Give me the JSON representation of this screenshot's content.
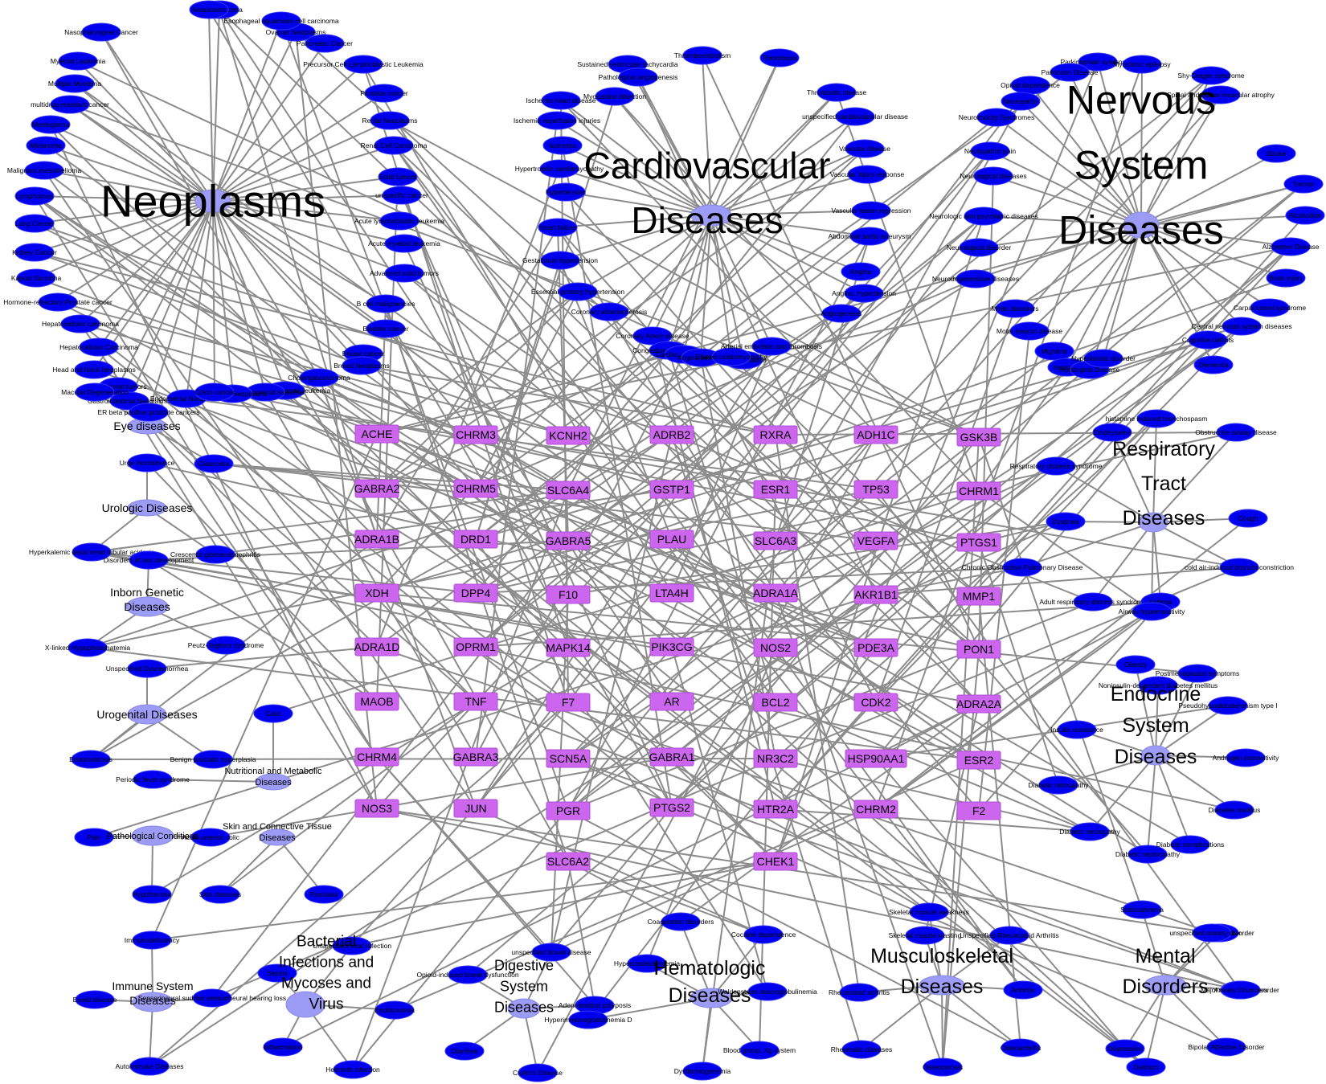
{
  "hubs": [
    {
      "id": "neoplasms",
      "label": [
        "Neoplasms"
      ]
    },
    {
      "id": "cardio",
      "label": [
        "Cardiovascular",
        "Diseases"
      ]
    },
    {
      "id": "nervous",
      "label": [
        "Nervous",
        "System",
        "Diseases"
      ]
    },
    {
      "id": "eye",
      "label": [
        "Eye diseases"
      ]
    },
    {
      "id": "urologic",
      "label": [
        "Urologic Diseases"
      ]
    },
    {
      "id": "inborn",
      "label": [
        "Inborn Genetic",
        "Diseases"
      ]
    },
    {
      "id": "urogenital",
      "label": [
        "Urogenital Diseases"
      ]
    },
    {
      "id": "nutritional",
      "label": [
        "Nutritional and Metabolic",
        "Diseases"
      ]
    },
    {
      "id": "pathological",
      "label": [
        "Pathological Conditions"
      ]
    },
    {
      "id": "skin",
      "label": [
        "Skin and Connective Tissue",
        "Diseases"
      ]
    },
    {
      "id": "immune",
      "label": [
        "Immune System",
        "Diseases"
      ]
    },
    {
      "id": "bacterial",
      "label": [
        "Bacterial",
        "Infections and",
        "Mycoses and",
        "Virus"
      ]
    },
    {
      "id": "digestive",
      "label": [
        "Digestive",
        "System",
        "Diseases"
      ]
    },
    {
      "id": "hematologic",
      "label": [
        "Hematologic",
        "Diseases"
      ]
    },
    {
      "id": "musculo",
      "label": [
        "Musculoskeletal",
        "Diseases"
      ]
    },
    {
      "id": "mental",
      "label": [
        "Mental",
        "Disorders"
      ]
    },
    {
      "id": "respiratory",
      "label": [
        "Respiratory",
        "Tract",
        "Diseases"
      ]
    },
    {
      "id": "endocrine",
      "label": [
        "Endocrine",
        "System",
        "Diseases"
      ]
    }
  ],
  "genes": [
    "ACHE",
    "CHRM3",
    "KCNH2",
    "ADRB2",
    "RXRA",
    "ADH1C",
    "GSK3B",
    "GABRA2",
    "CHRM5",
    "SLC6A4",
    "GSTP1",
    "ESR1",
    "TP53",
    "CHRM1",
    "ADRA1B",
    "DRD1",
    "GABRA5",
    "PLAU",
    "SLC6A3",
    "VEGFA",
    "PTGS1",
    "XDH",
    "DPP4",
    "F10",
    "LTA4H",
    "ADRA1A",
    "AKR1B1",
    "MMP1",
    "ADRA1D",
    "OPRM1",
    "MAPK14",
    "PIK3CG",
    "NOS2",
    "PDE3A",
    "PON1",
    "MAOB",
    "TNF",
    "F7",
    "AR",
    "BCL2",
    "CDK2",
    "ADRA2A",
    "CHRM4",
    "GABRA3",
    "SCN5A",
    "GABRA1",
    "NR3C2",
    "HSP90AA1",
    "ESR2",
    "NOS3",
    "JUN",
    "PGR",
    "PTGS2",
    "HTR2A",
    "CHRM2",
    "F2",
    "SLC6A2",
    "CHEK1"
  ],
  "diseases": {
    "neoplasms": [
      "Neuroblastoma",
      "Neoplasms",
      "Ovarian Neoplasms",
      "Nasopharyngeal Cancer",
      "Myeloid Leukemia",
      "Multiple Myeloma",
      "multidrug-resistant cancer",
      "Meningioma",
      "Melanoma",
      "Malignant mesothelioma",
      "Lymphomas",
      "Lung Cancer",
      "Kidney Cancer",
      "Kaposi Sarcoma",
      "Hormone-refractory Prostate cancer",
      "Hepatocellular carcinoma",
      "Hepatocellular Carcinoma",
      "Head and Neck Neoplasms",
      "Gestational tumors",
      "Gastrointestinal Neoplasms",
      "ER beta positive prostate cancers",
      "Endometrial Neoplasms",
      "Esophageal squamous cell carcinoma",
      "Pancreatic Cancer",
      "Precursor Cell Lymphoblastic Leukemia",
      "Prostate cancer",
      "Rectal Neoplasms",
      "Renal Cell Carcinoma",
      "Solid tumors",
      "unspecific cancer",
      "Acute lymphoblastic leukemia",
      "Acute myeloid leukemia",
      "Advanced solid tumors",
      "B cell malignancies",
      "Bladder cancer",
      "Breast cancer",
      "Breast Neoplasms",
      "Cholangiocarcinoma",
      "Chronic lymphocytic leukemia",
      "Chronic myeloid leukemia",
      "Colorectal Neoplasms",
      "Colon cancer"
    ],
    "cardio": [
      "Sustained ventricular tachycardia",
      "Pathological angiogenesis",
      "Myocardial infarction",
      "Ischemic heart disease",
      "Ischemia reperfusion injuries",
      "Ischemia",
      "Hypertrophic cardiomyopathy",
      "Hypertension",
      "Heart failure",
      "Gestational hypertension",
      "Essential primary hypertension",
      "Coronary atherosclerosis",
      "Coronary Artery disease",
      "Congestive heart failure",
      "Cardiac arrhythmia",
      "Angina pectoris",
      "Atrial fibrillation",
      "Dilated cardiomyopathy",
      "Arterial embolism and thrombosis",
      "Angiogenesis",
      "Angina, hypertension",
      "Angina",
      "Abdominal aortic aneurysm",
      "Vascular lesion regression",
      "Vascular injury response",
      "Vascular disease",
      "unspecified cardiovascular disease",
      "Thrombotic disease",
      "Thrombosis",
      "Thromboembolism"
    ],
    "nervous": [
      "Parkinsonian syndromes",
      "Parkinson Disease",
      "Opioid dependence",
      "Neuropathy",
      "Neurotoxicity Syndromes",
      "Neuropathic pain",
      "Neurological diseases",
      "Neurologic and psychiatric diseases",
      "Neurological disorder",
      "Neurodegenerative diseases",
      "Motor disorders",
      "Motor neuron disease",
      "Migraine",
      "Insomnia",
      "Huntington Disease",
      "Hyperkinetic disorder",
      "Dementia",
      "Cognitive deficits",
      "Central nervous system diseases",
      "Carpal tunnel syndrome",
      "Brain injury",
      "Alzheimer Disease",
      "Alcoholism",
      "Tremor",
      "Stroke",
      "Spinal and bulbar muscular atrophy",
      "Shy-Drager syndrome",
      "Myoclonic epilepsy"
    ],
    "eye": [
      "Macular Degeneration",
      "Glaucoma"
    ],
    "urologic": [
      "Urge incontinence",
      "Hyperkalemic distal renal tubular acidosis",
      "Crescentic glomerulonephritis"
    ],
    "inborn": [
      "Disorders of sex development",
      "X-linked Hypophosphatemia",
      "Peutz-Jeghers syndrome"
    ],
    "urogenital": [
      "Unspecified Dysmenorrhea",
      "Endometriosis",
      "Benign prostatic hyperplasia"
    ],
    "nutritional": [
      "Gout",
      "Periodic fever syndrome"
    ],
    "pathological": [
      "Pain",
      "Acute ureteric colic",
      "Hypothermia"
    ],
    "skin": [
      "Skin diseases",
      "Psoriasis"
    ],
    "immune": [
      "Immunodeficiency",
      "Eyelid disease",
      "Autoimmune Diseases",
      "Sensorineural sudden sensorineural hearing loss"
    ],
    "bacterial": [
      "Unspecified Viral Infection",
      "Sepsis",
      "Endotoxemia",
      "Inflammation",
      "Helminth infection"
    ],
    "digestive": [
      "Opioid-induced bowel dysfunction",
      "Adenomatous polyposis",
      "Diarrhea",
      "Crohn's Disease",
      "unspecified bowel disease"
    ],
    "hematologic": [
      "Coagulation disorders",
      "Hypercholesterolemia",
      "Hyperimmunoglobulinemia D",
      "Waldenstrom macroglobulinemia",
      "Blood group, Xg system",
      "Dysfibrinogenemia",
      "Cocaine dependence"
    ],
    "musculo": [
      "Skeletal muscle weakness",
      "Skeletal muscle wasting",
      "Unspecified Rheumatoid Arthritis",
      "Rheumatoid arthritis",
      "Rheumatic diseases",
      "Osteoporosis",
      "Osteoarthritis",
      "Arthritis"
    ],
    "mental": [
      "Schizophrenia",
      "Panic disorder",
      "unspecified anxiety disorder",
      "Major depressive disorder",
      "Anxiety Disorders",
      "Bipolar Affective Disorder",
      "Depression",
      "Delirium"
    ],
    "respiratory": [
      "histamine induced bronchospasm",
      "Emphysema",
      "Obstructive airway disease",
      "Respiratory distress syndrome",
      "Dyspnea",
      "Cough",
      "Chronic Obstructive Pulmonary Disease",
      "cold air-induced bronchoconstriction",
      "Adult respiratory distress syndrome",
      "Asthma",
      "Airway hyperreactivity",
      "Allergic airway inflammation"
    ],
    "endocrine": [
      "Obesity",
      "Postmenopausal symptoms",
      "Noninsulin-dependent diabetes mellitus",
      "Pseudohypoaldosteronism type I",
      "Insulin resistance",
      "Androgen insensitivity",
      "Diabetic retinopathy",
      "Diabetes mellitus",
      "Diabetic neuropathy",
      "Diabetic nephropathy",
      "Diabetic complications"
    ]
  },
  "colors": {
    "disease": "#0000ee",
    "hub": "#9c9cf6",
    "gene": "#cc66ee",
    "edge": "#8c8c8c"
  }
}
